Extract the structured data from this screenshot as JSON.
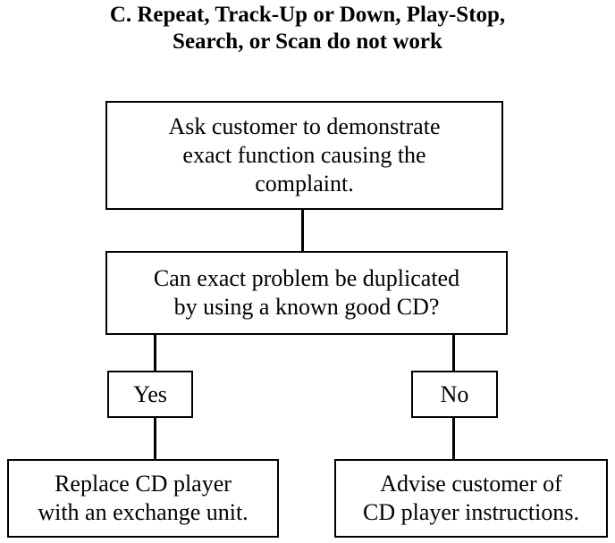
{
  "title": {
    "line1": "C.  Repeat, Track-Up or Down, Play-Stop,",
    "line2": "Search, or Scan do not work"
  },
  "nodes": {
    "step1": [
      "Ask customer to demonstrate",
      "exact function causing the",
      "complaint."
    ],
    "question": [
      "Can exact problem be duplicated",
      "by using a known good CD?"
    ],
    "yes": "Yes",
    "no": "No",
    "yes_result": [
      "Replace CD player",
      "with an exchange unit."
    ],
    "no_result": [
      "Advise customer of",
      "CD player instructions."
    ]
  }
}
